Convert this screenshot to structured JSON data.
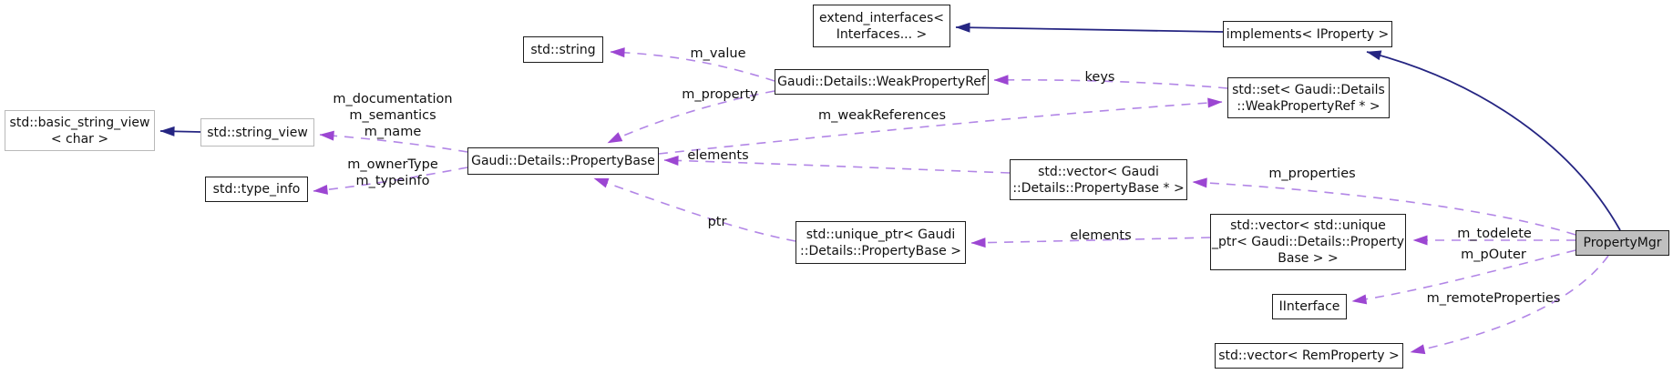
{
  "diagram_type": "collaboration-graph",
  "colors": {
    "member_edge_line": "#b286e6",
    "member_edge_arrow": "#9c46d2",
    "inheritance_edge": "#252582",
    "main_node_fill": "#bfbfbf",
    "node_border": "#1d1d1d",
    "external_node_border": "#b9b9b9"
  },
  "nodes": {
    "basic_string_view": {
      "label": "std::basic_string_view\n< char >"
    },
    "string_view": {
      "label": "std::string_view"
    },
    "type_info": {
      "label": "std::type_info"
    },
    "std_string": {
      "label": "std::string"
    },
    "property_base": {
      "label": "Gaudi::Details::PropertyBase"
    },
    "weak_property_ref": {
      "label": "Gaudi::Details::WeakPropertyRef"
    },
    "extend_interfaces": {
      "label": "extend_interfaces<\nInterfaces... >"
    },
    "implements": {
      "label": "implements< IProperty >"
    },
    "std_set": {
      "label": "std::set< Gaudi::Details\n::WeakPropertyRef * >"
    },
    "vector_pb_ptr": {
      "label": "std::vector< Gaudi\n::Details::PropertyBase * >"
    },
    "unique_ptr": {
      "label": "std::unique_ptr< Gaudi\n::Details::PropertyBase >"
    },
    "vector_unique": {
      "label": "std::vector< std::unique\n_ptr< Gaudi::Details::Property\nBase > >"
    },
    "iinterface": {
      "label": "IInterface"
    },
    "vector_rem": {
      "label": "std::vector< RemProperty >"
    },
    "property_mgr": {
      "label": "PropertyMgr"
    }
  },
  "edges": [
    {
      "from": "weak_property_ref",
      "to": "std_string",
      "label": "m_value",
      "type": "member"
    },
    {
      "from": "weak_property_ref",
      "to": "property_base",
      "label": "m_property",
      "type": "member"
    },
    {
      "from": "std_set",
      "to": "weak_property_ref",
      "label": "keys",
      "type": "member"
    },
    {
      "from": "property_base",
      "to": "string_view",
      "label": "m_documentation\nm_semantics\nm_name",
      "type": "member"
    },
    {
      "from": "property_base",
      "to": "type_info",
      "label": "m_ownerType\nm_typeinfo",
      "type": "member"
    },
    {
      "from": "property_base",
      "to": "std_set",
      "label": "m_weakReferences",
      "type": "member"
    },
    {
      "from": "vector_pb_ptr",
      "to": "property_base",
      "label": "elements",
      "type": "member"
    },
    {
      "from": "unique_ptr",
      "to": "property_base",
      "label": "ptr",
      "type": "member"
    },
    {
      "from": "vector_unique",
      "to": "unique_ptr",
      "label": "elements",
      "type": "member"
    },
    {
      "from": "property_mgr",
      "to": "vector_pb_ptr",
      "label": "m_properties",
      "type": "member"
    },
    {
      "from": "property_mgr",
      "to": "vector_unique",
      "label": "m_todelete",
      "type": "member"
    },
    {
      "from": "property_mgr",
      "to": "iinterface",
      "label": "m_pOuter",
      "type": "member"
    },
    {
      "from": "property_mgr",
      "to": "vector_rem",
      "label": "m_remoteProperties",
      "type": "member"
    },
    {
      "from": "string_view",
      "to": "basic_string_view",
      "label": "",
      "type": "inheritance"
    },
    {
      "from": "implements",
      "to": "extend_interfaces",
      "label": "",
      "type": "inheritance"
    },
    {
      "from": "property_mgr",
      "to": "implements",
      "label": "",
      "type": "inheritance"
    }
  ]
}
